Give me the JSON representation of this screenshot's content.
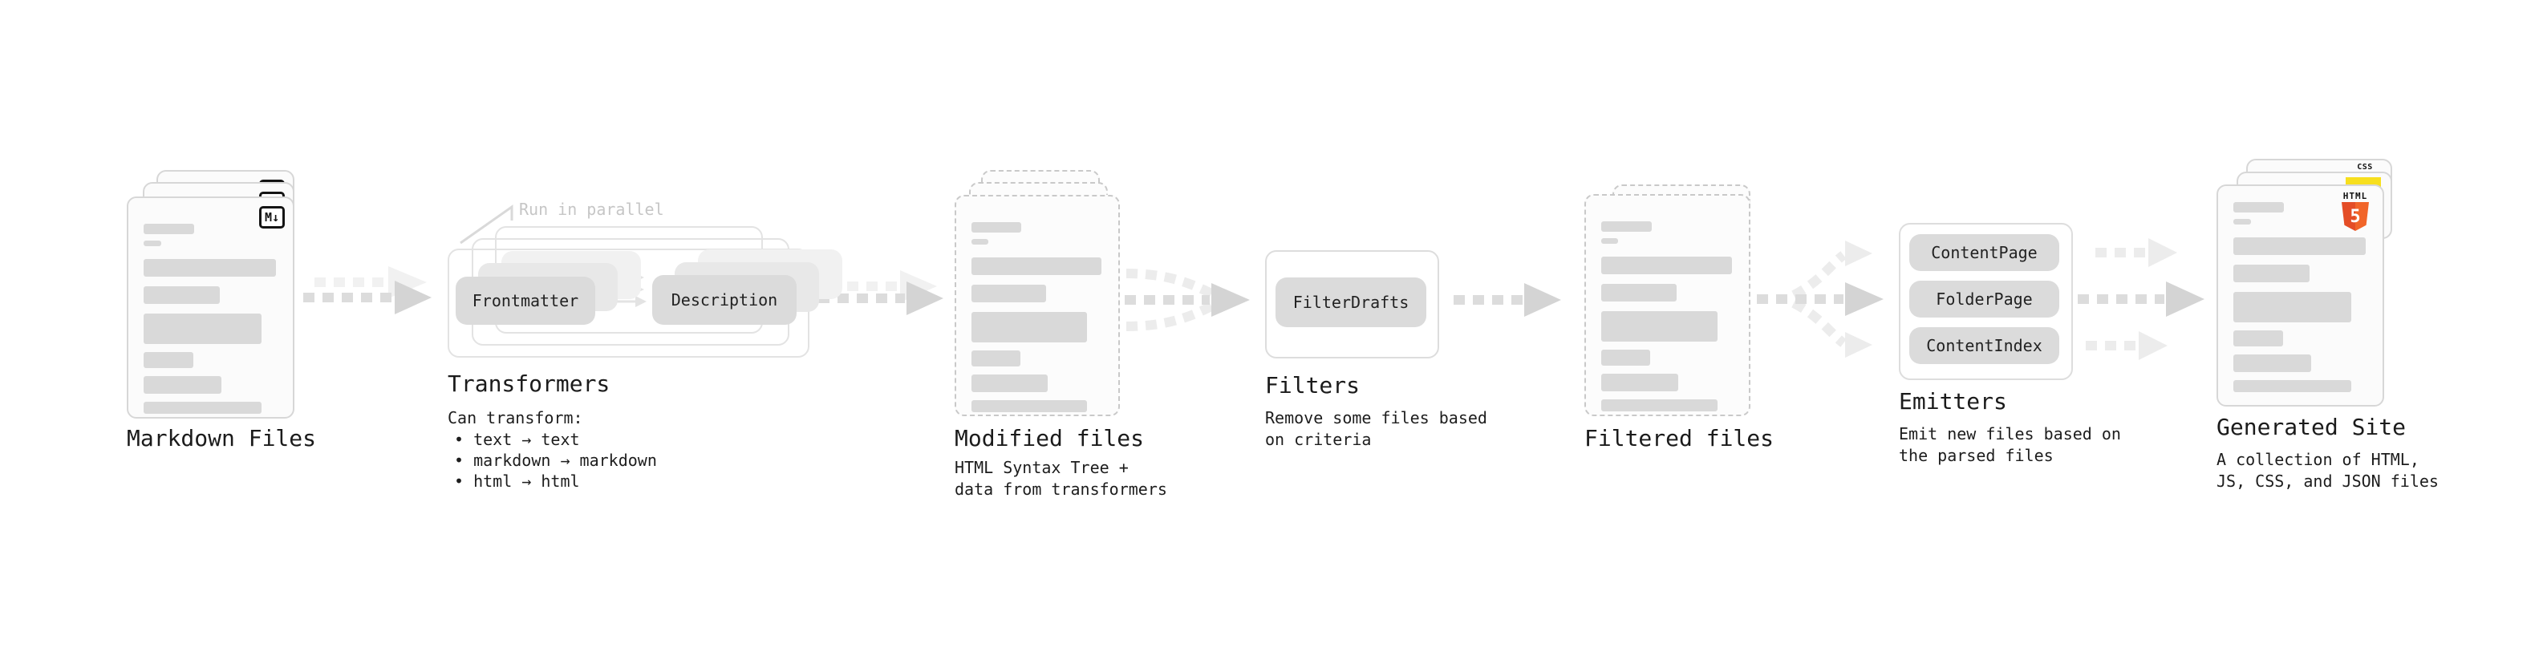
{
  "page": {
    "background": "#ffffff"
  },
  "colors": {
    "bar-gray": "#d9d9d9",
    "button-gray": "#dbdbdb",
    "arrow-gray": "#d4d4d4",
    "annotation-gray": "#c6c6c6",
    "css-blue": "#1572b6",
    "js-yellow": "#f7df1e",
    "html-orange": "#e44d26"
  },
  "doc_bars": [
    {
      "w": 38,
      "h": 13,
      "mt": 0
    },
    {
      "w": 13,
      "h": 7,
      "mt": 8
    },
    {
      "w": 99,
      "h": 22,
      "mt": 16
    },
    {
      "w": 57,
      "h": 22,
      "mt": 12
    },
    {
      "w": 88,
      "h": 38,
      "mt": 12
    },
    {
      "w": 37,
      "h": 20,
      "mt": 10
    },
    {
      "w": 58,
      "h": 22,
      "mt": 10
    },
    {
      "w": 88,
      "h": 15,
      "mt": 10
    }
  ],
  "nodes": {
    "markdown_files": {
      "label": "Markdown Files",
      "icon_label": "M↓"
    },
    "transformers": {
      "label": "Transformers",
      "annotation": "Run in parallel",
      "sublabel": "Can transform:",
      "bullets": [
        "• text → text",
        "• markdown → markdown",
        "• html → html"
      ],
      "buttons": [
        "Frontmatter",
        "Description"
      ]
    },
    "modified_files": {
      "label": "Modified files",
      "sublabel": "HTML Syntax Tree +\ndata from transformers"
    },
    "filters": {
      "label": "Filters",
      "sublabel": "Remove some files based\non criteria",
      "buttons": [
        "FilterDrafts"
      ]
    },
    "filtered_files": {
      "label": "Filtered files"
    },
    "emitters": {
      "label": "Emitters",
      "sublabel": "Emit new files based on\nthe parsed files",
      "buttons": [
        "ContentPage",
        "FolderPage",
        "ContentIndex"
      ]
    },
    "generated_site": {
      "label": "Generated Site",
      "sublabel": "A collection of HTML,\nJS, CSS, and JSON files",
      "badges": {
        "css": "CSS",
        "html_logo_text": "HTML",
        "html_logo_number": "5"
      }
    }
  }
}
